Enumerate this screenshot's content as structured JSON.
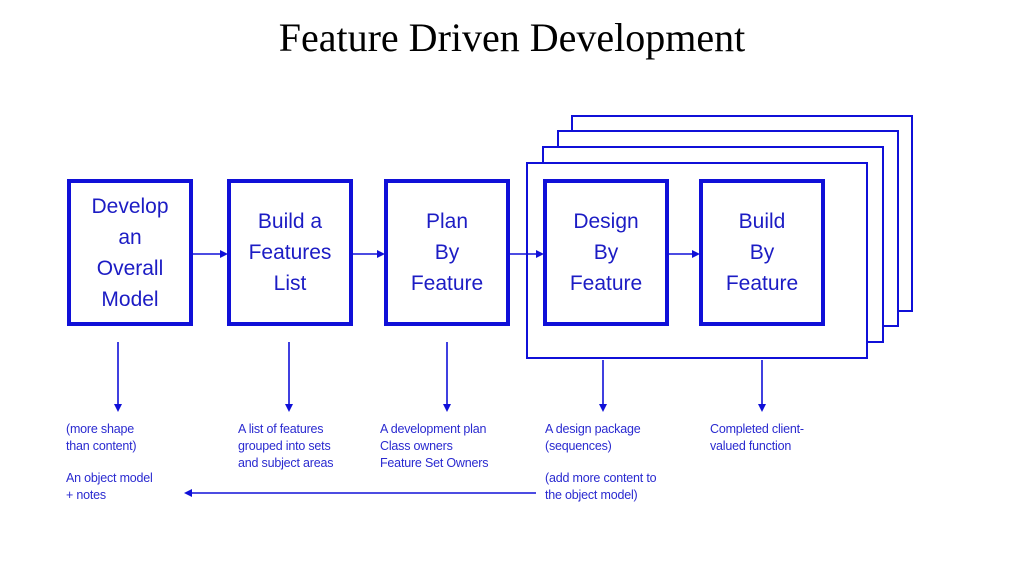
{
  "title": "Feature Driven Development",
  "colors": {
    "accent": "#1010d8",
    "text": "#1c1cc4",
    "title": "#000000"
  },
  "processes": [
    {
      "label": "Develop\nan\nOverall\nModel"
    },
    {
      "label": "Build a\nFeatures\nList"
    },
    {
      "label": "Plan\nBy\nFeature"
    },
    {
      "label": "Design\nBy\nFeature"
    },
    {
      "label": "Build\nBy\nFeature"
    }
  ],
  "outputs": [
    {
      "text": "(more shape\nthan content)",
      "extra": "An object model\n+ notes"
    },
    {
      "text": "A list of features\ngrouped into sets\nand subject areas"
    },
    {
      "text": "A development plan\nClass owners\nFeature Set Owners"
    },
    {
      "text": "A design package\n(sequences)",
      "extra": "(add more content to\nthe object model)"
    },
    {
      "text": "Completed client-\nvalued function"
    }
  ]
}
